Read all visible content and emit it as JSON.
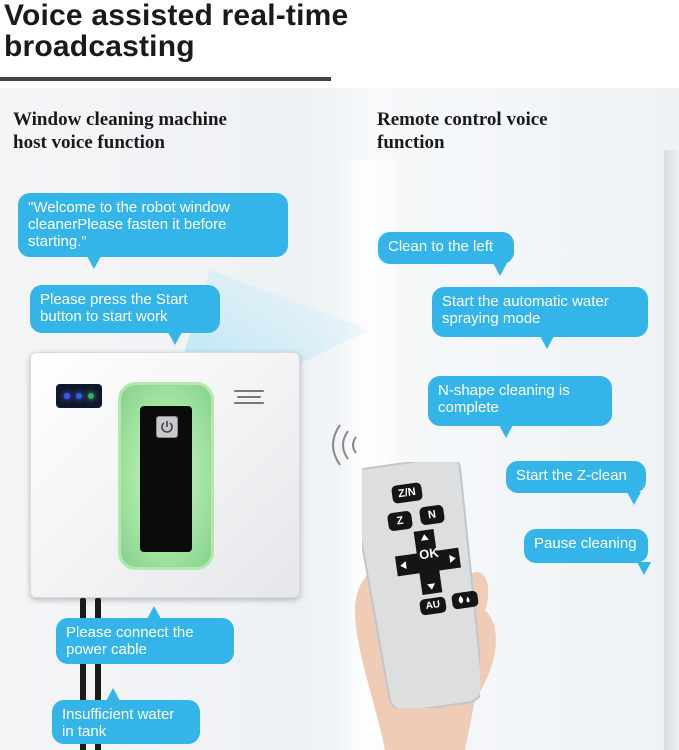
{
  "header": {
    "title_line1": "Voice assisted real-time",
    "title_line2": "broadcasting"
  },
  "columns": {
    "left_heading_line1": "Window cleaning machine",
    "left_heading_line2": "host voice function",
    "right_heading_line1": "Remote control voice",
    "right_heading_line2": "function"
  },
  "host_bubbles": [
    {
      "text": "\"Welcome to the robot window cleanerPlease fasten it before starting.\""
    },
    {
      "text": "Please press the Start button to start work"
    },
    {
      "text": "Please connect the power cable"
    },
    {
      "text": "Insufficient water in tank"
    }
  ],
  "remote_bubbles": [
    {
      "text": "Clean to the left"
    },
    {
      "text": "Start the automatic water spraying mode"
    },
    {
      "text": "N-shape cleaning is complete"
    },
    {
      "text": "Start the Z-clean"
    },
    {
      "text": "Pause cleaning"
    }
  ],
  "remote": {
    "btn_zn": "Z/N",
    "btn_z": "Z",
    "btn_n": "N",
    "btn_ok": "OK",
    "btn_au": "AU"
  },
  "colors": {
    "bubble": "#33b5ea",
    "green_pad": "#9fe29e",
    "led": "#2f5bff"
  },
  "icons": [
    "power-icon",
    "arrow-up-icon",
    "arrow-down-icon",
    "arrow-left-icon",
    "arrow-right-icon",
    "water-drop-icon",
    "signal-waves-icon"
  ]
}
